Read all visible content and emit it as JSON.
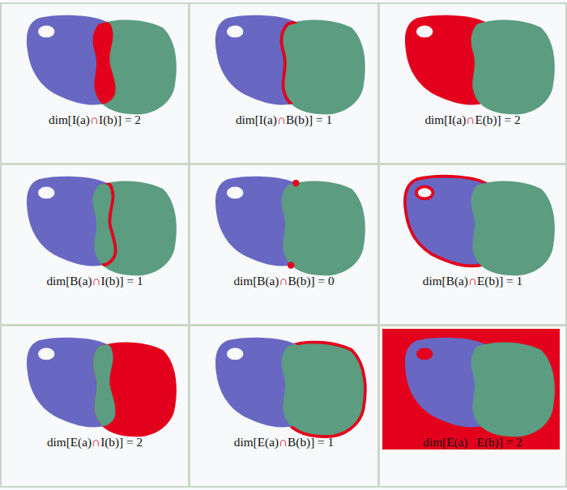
{
  "diagram": {
    "nodes": [
      {
        "text": [
          "dim[I(a)∩I(b)] = 2"
        ]
      },
      {
        "text": [
          "dim[I(a)∩B(b)] = 1"
        ]
      },
      {
        "text": [
          "dim[I(a)∩E(b)] = 2"
        ]
      },
      {
        "text": [
          "dim[B(a)∩I(b)] = 1"
        ]
      },
      {
        "text": [
          "dim[B(a)∩B(b)] = 0"
        ]
      },
      {
        "text": [
          "dim[B(a)∩E(b)] = 1"
        ]
      },
      {
        "text": [
          "dim[E(a)∩I(b)] = 2"
        ]
      },
      {
        "text": [
          "dim[E(a)∩B(b)] = 1"
        ]
      },
      {
        "text": [
          "dim[E(a)∩E(b)] = 2"
        ]
      }
    ]
  }
}
